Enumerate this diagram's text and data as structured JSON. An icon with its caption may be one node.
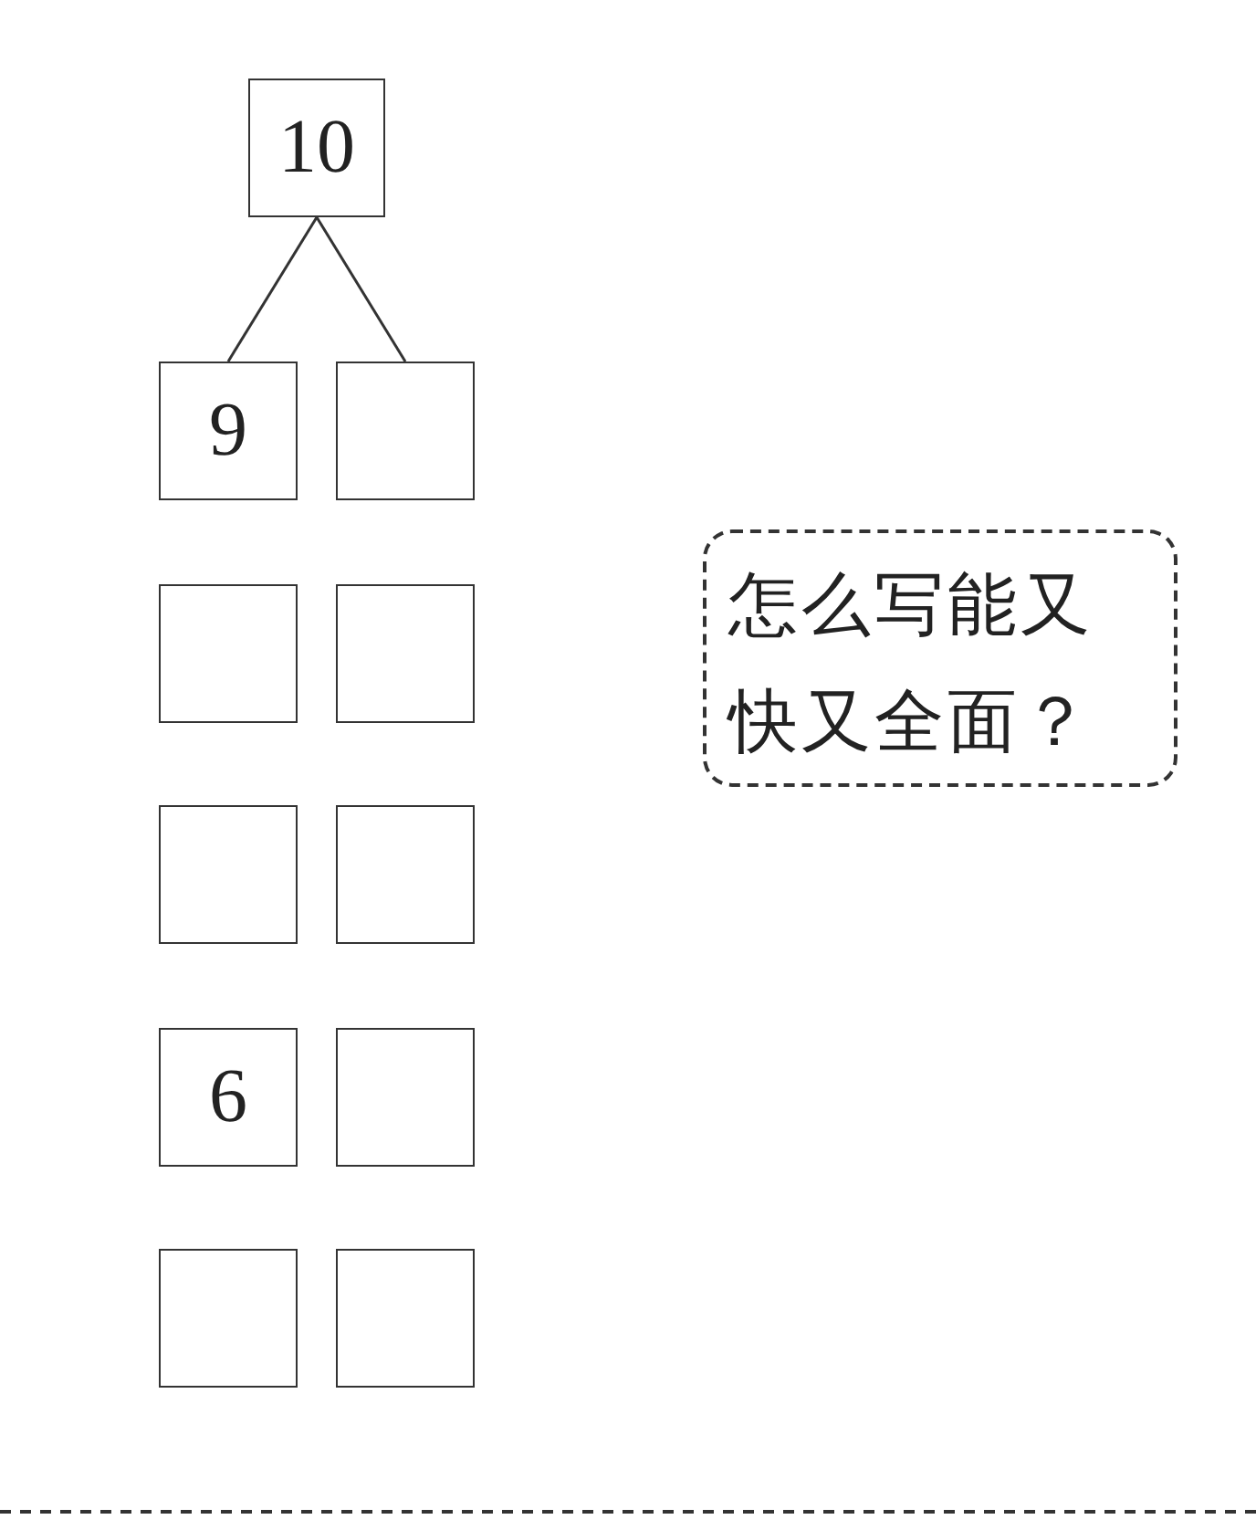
{
  "diagram": {
    "nodes": [
      {
        "text": [
          "10"
        ]
      },
      {
        "text": [
          "9"
        ]
      },
      {
        "text": [],
        "shape": "box"
      },
      {
        "text": [],
        "shape": "box"
      },
      {
        "text": [],
        "shape": "box"
      },
      {
        "text": [],
        "shape": "box"
      },
      {
        "text": [],
        "shape": "box"
      },
      {
        "text": [
          "6"
        ]
      },
      {
        "text": [],
        "shape": "box"
      },
      {
        "text": [],
        "shape": "box"
      },
      {
        "text": [],
        "shape": "box"
      },
      {
        "text": [
          "怎么写能又快又全面？"
        ]
      }
    ],
    "edges": [
      {
        "from": 0,
        "to": 1,
        "arrow": "none"
      },
      {
        "from": 0,
        "to": 2,
        "arrow": "none"
      }
    ]
  }
}
